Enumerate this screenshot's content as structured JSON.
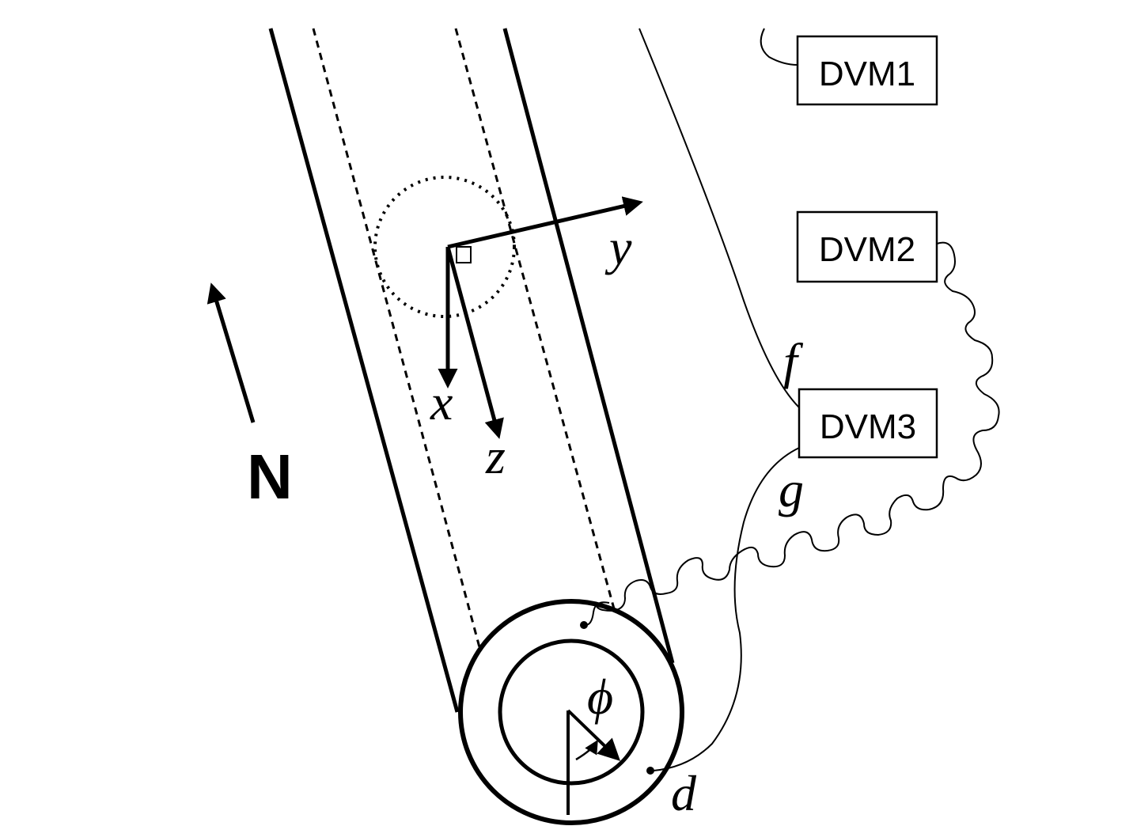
{
  "instruments": [
    {
      "id": "dvm1",
      "label": "DVM1"
    },
    {
      "id": "dvm2",
      "label": "DVM2"
    },
    {
      "id": "dvm3",
      "label": "DVM3"
    }
  ],
  "axes": {
    "x": "x",
    "y": "y",
    "z": "z"
  },
  "compass": {
    "label": "N"
  },
  "angle": {
    "symbol": "ϕ"
  },
  "contacts": {
    "f": "f",
    "g": "g",
    "d": "d"
  },
  "colors": {
    "ink": "#000000",
    "background": "#ffffff"
  }
}
